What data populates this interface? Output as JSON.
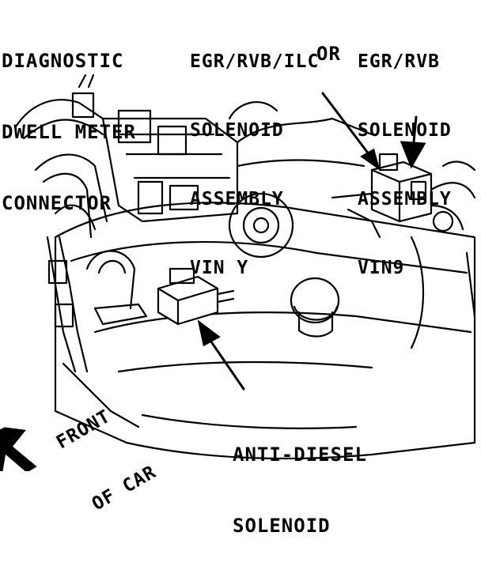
{
  "labels": {
    "diagnostic": [
      "DIAGNOSTIC",
      "DWELL METER",
      "CONNECTOR"
    ],
    "egr_vin_y": [
      "EGR/RVB/ILC",
      "SOLENOID",
      "ASSEMBLY",
      "VIN Y"
    ],
    "or": "OR",
    "egr_vin_9": [
      "EGR/RVB",
      "SOLENOID",
      "ASSEMBLY",
      "VIN9"
    ],
    "anti_diesel": [
      "ANTI-DIESEL",
      "SOLENOID"
    ],
    "front_of_car": [
      "FRONT",
      "OF CAR"
    ]
  }
}
